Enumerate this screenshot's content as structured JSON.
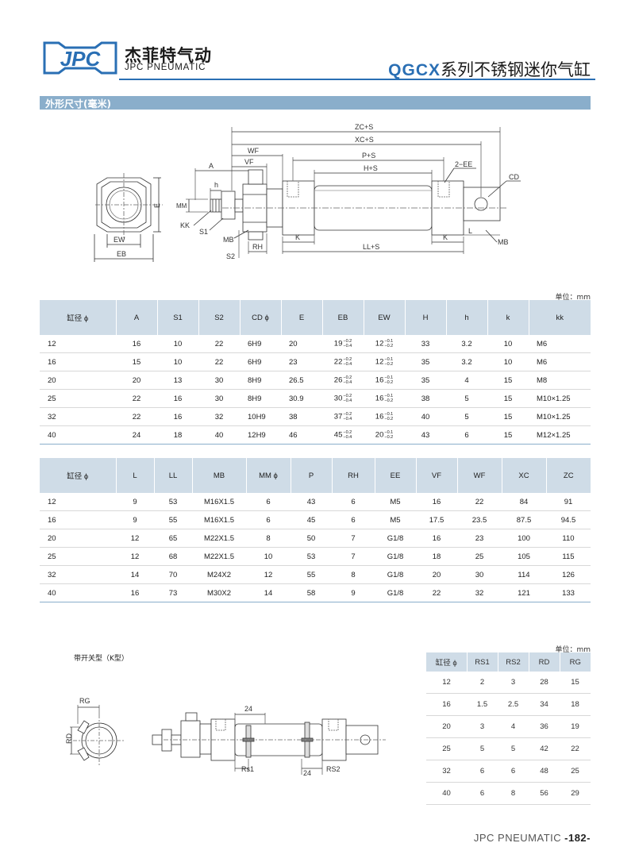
{
  "brand": {
    "logo_text": "JPC",
    "name_cn": "杰菲特气动",
    "name_en": "JPC PNEUMATIC"
  },
  "title": {
    "code": "QGCX",
    "rest": "系列不锈钢迷你气缸"
  },
  "section": {
    "label": "外形尺寸(毫米)"
  },
  "unit_label": "单位：mm",
  "drawing_labels": {
    "zc_s": "ZC+S",
    "xc_s": "XC+S",
    "wf": "WF",
    "vf": "VF",
    "p_s": "P+S",
    "h_s": "H+S",
    "a": "A",
    "ee": "2−EE",
    "h": "h",
    "cd": "CD",
    "mm": "MM",
    "e": "E",
    "kk": "KK",
    "s1": "S1",
    "mb": "MB",
    "k": "K",
    "l": "L",
    "ll_s": "LL+S",
    "s2": "S2",
    "rh": "RH",
    "ew": "EW",
    "eb": "EB"
  },
  "table1": {
    "headers": [
      "缸径 ϕ",
      "A",
      "S1",
      "S2",
      "CD ϕ",
      "E",
      "EB",
      "EW",
      "H",
      "h",
      "k",
      "kk"
    ],
    "rows": [
      {
        "bore": "12",
        "a": "16",
        "s1": "10",
        "s2": "22",
        "cd": "6H9",
        "e": "20",
        "eb": "19",
        "eb_u": "−0.2",
        "eb_l": "−0.4",
        "ew": "12",
        "ew_u": "−0.1",
        "ew_l": "−0.2",
        "h1": "33",
        "h2": "3.2",
        "k": "10",
        "kk": "M6"
      },
      {
        "bore": "16",
        "a": "15",
        "s1": "10",
        "s2": "22",
        "cd": "6H9",
        "e": "23",
        "eb": "22",
        "eb_u": "−0.2",
        "eb_l": "−0.4",
        "ew": "12",
        "ew_u": "−0.1",
        "ew_l": "−0.2",
        "h1": "35",
        "h2": "3.2",
        "k": "10",
        "kk": "M6"
      },
      {
        "bore": "20",
        "a": "20",
        "s1": "13",
        "s2": "30",
        "cd": "8H9",
        "e": "26.5",
        "eb": "26",
        "eb_u": "−0.2",
        "eb_l": "−0.4",
        "ew": "16",
        "ew_u": "−0.1",
        "ew_l": "−0.2",
        "h1": "35",
        "h2": "4",
        "k": "15",
        "kk": "M8"
      },
      {
        "bore": "25",
        "a": "22",
        "s1": "16",
        "s2": "30",
        "cd": "8H9",
        "e": "30.9",
        "eb": "30",
        "eb_u": "−0.2",
        "eb_l": "−0.4",
        "ew": "16",
        "ew_u": "−0.1",
        "ew_l": "−0.2",
        "h1": "38",
        "h2": "5",
        "k": "15",
        "kk": "M10×1.25"
      },
      {
        "bore": "32",
        "a": "22",
        "s1": "16",
        "s2": "32",
        "cd": "10H9",
        "e": "38",
        "eb": "37",
        "eb_u": "−0.2",
        "eb_l": "−0.4",
        "ew": "16",
        "ew_u": "−0.1",
        "ew_l": "−0.2",
        "h1": "40",
        "h2": "5",
        "k": "15",
        "kk": "M10×1.25"
      },
      {
        "bore": "40",
        "a": "24",
        "s1": "18",
        "s2": "40",
        "cd": "12H9",
        "e": "46",
        "eb": "45",
        "eb_u": "−0.2",
        "eb_l": "−0.4",
        "ew": "20",
        "ew_u": "−0.1",
        "ew_l": "−0.2",
        "h1": "43",
        "h2": "6",
        "k": "15",
        "kk": "M12×1.25"
      }
    ]
  },
  "table2": {
    "headers": [
      "缸径 ϕ",
      "L",
      "LL",
      "MB",
      "MM ϕ",
      "P",
      "RH",
      "EE",
      "VF",
      "WF",
      "XC",
      "ZC"
    ],
    "rows": [
      [
        "12",
        "9",
        "53",
        "M16X1.5",
        "6",
        "43",
        "6",
        "M5",
        "16",
        "22",
        "84",
        "91"
      ],
      [
        "16",
        "9",
        "55",
        "M16X1.5",
        "6",
        "45",
        "6",
        "M5",
        "17.5",
        "23.5",
        "87.5",
        "94.5"
      ],
      [
        "20",
        "12",
        "65",
        "M22X1.5",
        "8",
        "50",
        "7",
        "G1/8",
        "16",
        "23",
        "100",
        "110"
      ],
      [
        "25",
        "12",
        "68",
        "M22X1.5",
        "10",
        "53",
        "7",
        "G1/8",
        "18",
        "25",
        "105",
        "115"
      ],
      [
        "32",
        "14",
        "70",
        "M24X2",
        "12",
        "55",
        "8",
        "G1/8",
        "20",
        "30",
        "114",
        "126"
      ],
      [
        "40",
        "16",
        "73",
        "M30X2",
        "14",
        "58",
        "9",
        "G1/8",
        "22",
        "32",
        "121",
        "133"
      ]
    ]
  },
  "k_type": {
    "label": "带开关型（K型）",
    "drawing_labels": {
      "rg": "RG",
      "rd": "RD",
      "d24a": "24",
      "d24b": "24",
      "rs1": "Rs1",
      "rs2": "RS2"
    },
    "unit_label": "单位：mm",
    "headers": [
      "缸径 ϕ",
      "RS1",
      "RS2",
      "RD",
      "RG"
    ],
    "rows": [
      [
        "12",
        "2",
        "3",
        "28",
        "15"
      ],
      [
        "16",
        "1.5",
        "2.5",
        "34",
        "18"
      ],
      [
        "20",
        "3",
        "4",
        "36",
        "19"
      ],
      [
        "25",
        "5",
        "5",
        "42",
        "22"
      ],
      [
        "32",
        "6",
        "6",
        "48",
        "25"
      ],
      [
        "40",
        "6",
        "8",
        "56",
        "29"
      ]
    ]
  },
  "footer": {
    "brand": "JPC PNEUMATIC",
    "page": "-182-"
  }
}
